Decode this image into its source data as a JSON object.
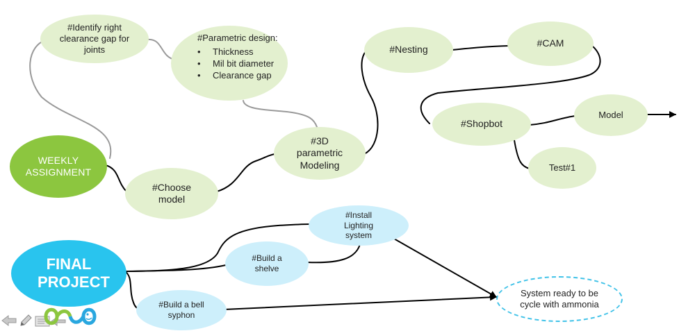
{
  "nodes": {
    "weekly": "WEEKLY ASSIGNMENT",
    "final": "FINAL PROJECT",
    "identify": "#Identify right clearance gap for joints",
    "parametric_title": "#Parametric design:",
    "parametric_items": [
      "Thickness",
      "Mil bit diameter",
      "Clearance gap"
    ],
    "nesting": "#Nesting",
    "cam": "#CAM",
    "shopbot": "#Shopbot",
    "model": "Model",
    "test": "Test#1",
    "modeling3d": "#3D parametric Modeling",
    "choose": "#Choose model",
    "lighting": "#Install Lighting system",
    "shelve": "#Build a shelve",
    "bell": "#Build a bell syphon",
    "goal": "System ready to be cycle with ammonia"
  },
  "toolbar": {
    "icons": [
      "back-arrow-icon",
      "pen-icon",
      "slides-icon",
      "infinity-logo-icon"
    ]
  },
  "colors": {
    "green_node": "#e3f0cf",
    "weekly": "#8cc63f",
    "final": "#29c4ee",
    "blue_node": "#cdeffb",
    "goal_border": "#40c2e8",
    "connector_grey": "#999999",
    "connector_black": "#000000"
  }
}
